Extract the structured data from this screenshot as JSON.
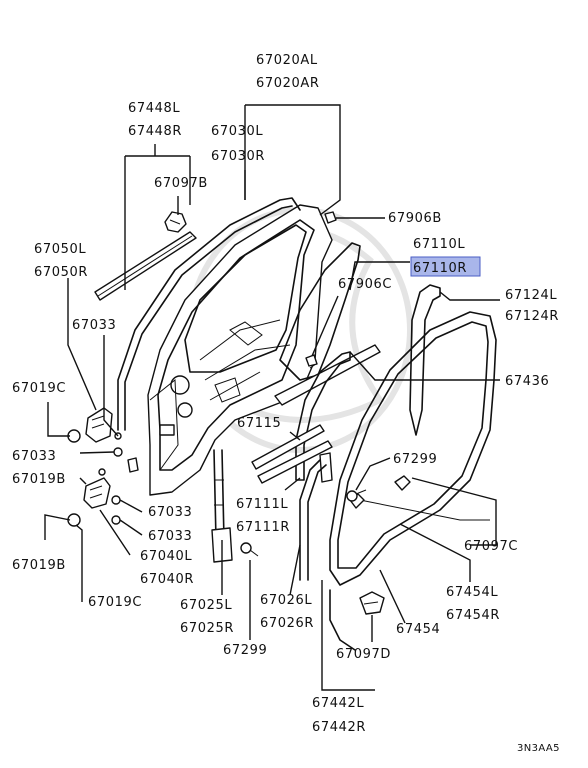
{
  "labels": {
    "p67020AL": "67020AL",
    "p67020AR": "67020AR",
    "p67448L": "67448L",
    "p67448R": "67448R",
    "p67030L": "67030L",
    "p67030R": "67030R",
    "p67097B": "67097B",
    "p67906B": "67906B",
    "p67050L": "67050L",
    "p67050R": "67050R",
    "p67110L": "67110L",
    "p67110R": "67110R",
    "p67906C": "67906C",
    "p67124L": "67124L",
    "p67124R": "67124R",
    "p67033a": "67033",
    "p67019Ca": "67019C",
    "p67436": "67436",
    "p67115": "67115",
    "p67033b": "67033",
    "p67019Ba": "67019B",
    "p67299a": "67299",
    "p67111L": "67111L",
    "p67111R": "67111R",
    "p67033c": "67033",
    "p67033d": "67033",
    "p67097C": "67097C",
    "p67040L": "67040L",
    "p67040R": "67040R",
    "p67019Bb": "67019B",
    "p67454L": "67454L",
    "p67454R": "67454R",
    "p67019Cb": "67019C",
    "p67025L": "67025L",
    "p67025R": "67025R",
    "p67026L": "67026L",
    "p67026R": "67026R",
    "p67454": "67454",
    "p67299b": "67299",
    "p67097D": "67097D",
    "p67442L": "67442L",
    "p67442R": "67442R",
    "code": "3N3AA5"
  },
  "highlight_color": "#a9b6ea"
}
